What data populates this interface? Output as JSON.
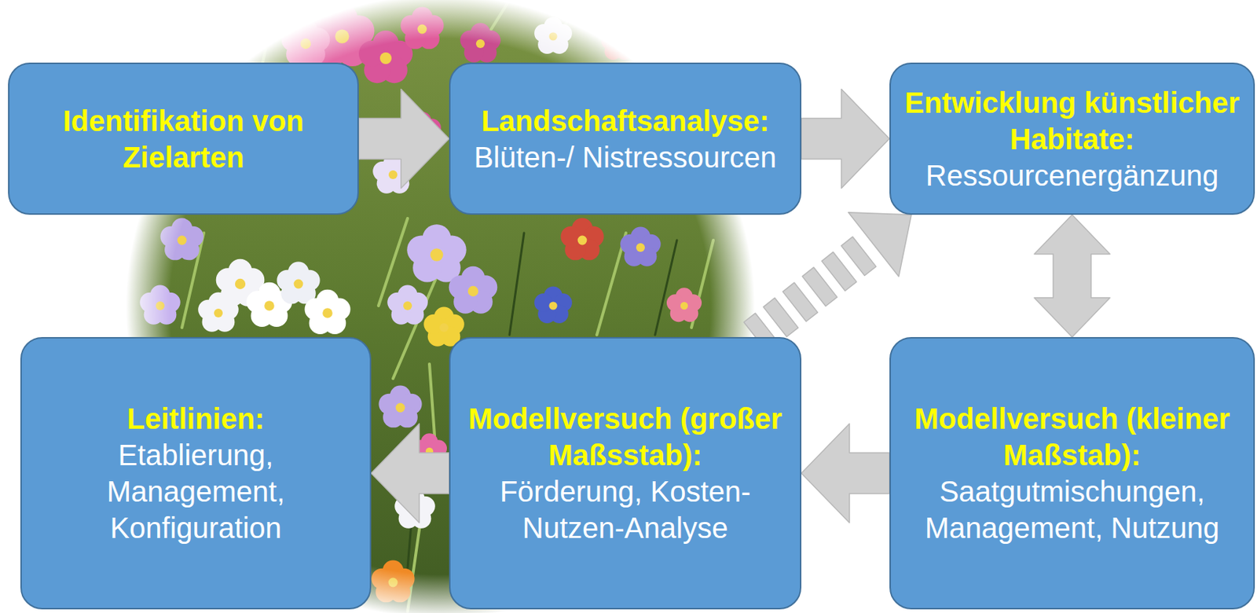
{
  "diagram": {
    "nodes": [
      {
        "text": [
          "Identifikation von Zielarten"
        ]
      },
      {
        "text": [
          "Landschaftsanalyse:",
          "Blüten-/ Nistressourcen"
        ]
      },
      {
        "text": [
          "Entwicklung künstlicher Habitate:",
          "Ressourcenergänzung"
        ]
      },
      {
        "text": [
          "Leitlinien:",
          "Etablierung, Management, Konfiguration"
        ]
      },
      {
        "text": [
          "Modellversuch (großer Maßsstab):",
          "Förderung, Kosten-Nutzen-Analyse"
        ]
      },
      {
        "text": [
          "Modellversuch (kleiner Maßstab):",
          "Saatgutmischungen, Management, Nutzung"
        ]
      }
    ],
    "edges": [
      {
        "from": 0,
        "to": 1,
        "arrow": "to"
      },
      {
        "from": 1,
        "to": 2,
        "arrow": "to"
      },
      {
        "from": 2,
        "to": 5,
        "arrow": "both"
      },
      {
        "from": 5,
        "to": 4,
        "arrow": "to"
      },
      {
        "from": 4,
        "to": 3,
        "arrow": "to"
      },
      {
        "from": 4,
        "to": 2,
        "arrow": "to"
      }
    ]
  }
}
